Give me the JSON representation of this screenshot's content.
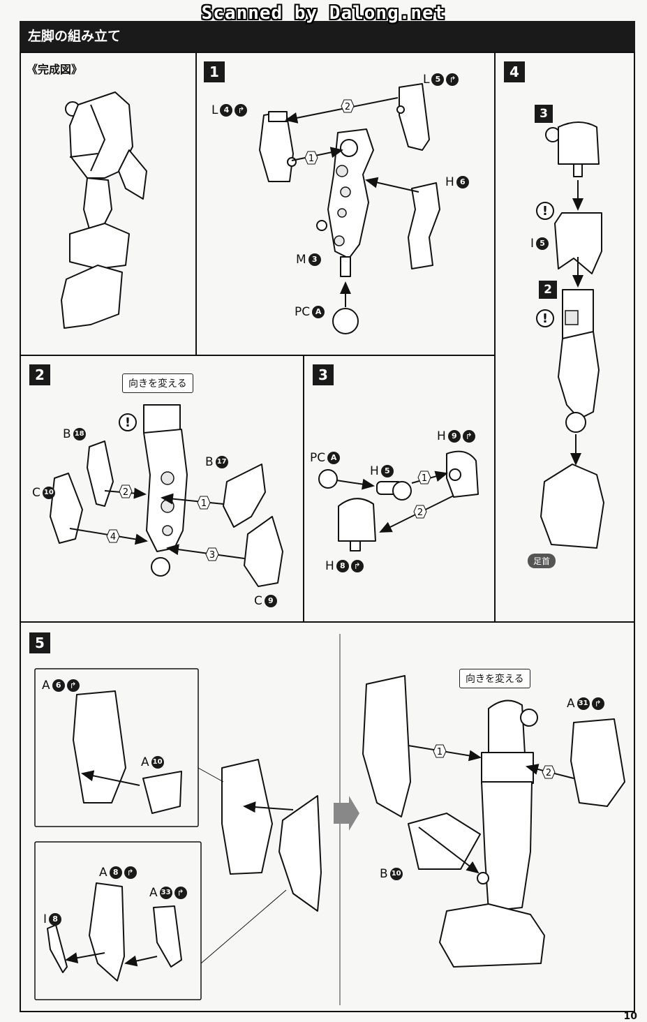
{
  "watermark": "Scanned by Dalong.net",
  "header": {
    "title": "左脚の組み立て"
  },
  "complete": {
    "title": "《完成図》"
  },
  "panels": {
    "p1": {
      "num": "1"
    },
    "p2": {
      "num": "2"
    },
    "p3": {
      "num": "3"
    },
    "p4": {
      "num": "4",
      "sub3": "3",
      "sub2": "2"
    },
    "p5": {
      "num": "5"
    }
  },
  "labels": {
    "p1_L4": {
      "letter": "L",
      "num": "4"
    },
    "p1_L5": {
      "letter": "L",
      "num": "5"
    },
    "p1_H6": {
      "letter": "H",
      "num": "6"
    },
    "p1_M3": {
      "letter": "M",
      "num": "3"
    },
    "p1_PCA": {
      "letter": "PC",
      "num": "A"
    },
    "p2_B18": {
      "letter": "B",
      "num": "18"
    },
    "p2_B17": {
      "letter": "B",
      "num": "17"
    },
    "p2_C10": {
      "letter": "C",
      "num": "10"
    },
    "p2_C9": {
      "letter": "C",
      "num": "9"
    },
    "p3_PCA": {
      "letter": "PC",
      "num": "A"
    },
    "p3_H5": {
      "letter": "H",
      "num": "5"
    },
    "p3_H9": {
      "letter": "H",
      "num": "9"
    },
    "p3_H8": {
      "letter": "H",
      "num": "8"
    },
    "p4_I5": {
      "letter": "I",
      "num": "5"
    },
    "p5_A6": {
      "letter": "A",
      "num": "6"
    },
    "p5_A10": {
      "letter": "A",
      "num": "10"
    },
    "p5_A8": {
      "letter": "A",
      "num": "8"
    },
    "p5_A33": {
      "letter": "A",
      "num": "33"
    },
    "p5_I8": {
      "letter": "I",
      "num": "8"
    },
    "p5_A31": {
      "letter": "A",
      "num": "31"
    },
    "p5_B10": {
      "letter": "B",
      "num": "10"
    }
  },
  "notes": {
    "turn": "向きを変える",
    "ankle": "足首",
    "warning": "!"
  },
  "steps": [
    "1",
    "2",
    "3",
    "4"
  ],
  "page_number": "10"
}
